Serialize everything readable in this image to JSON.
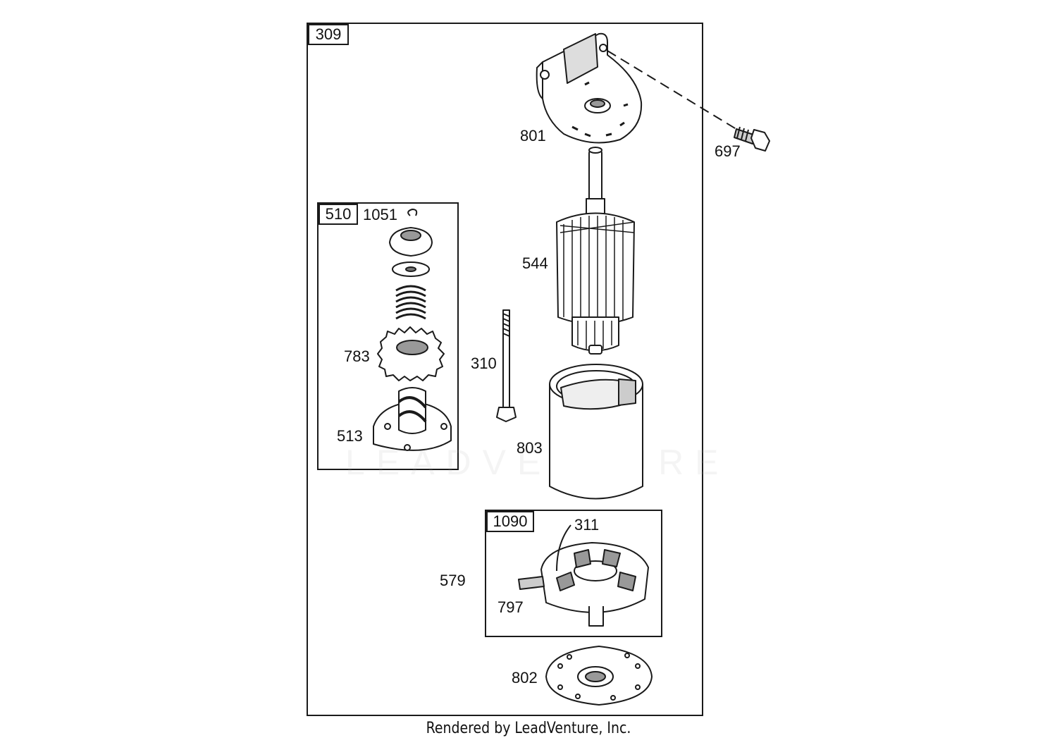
{
  "assembly": {
    "main_ref": "309",
    "sub_refs": {
      "drive_kit": "510",
      "brush_kit": "1090"
    }
  },
  "callouts": {
    "bracket": "801",
    "screw": "697",
    "retainer_clip": "1051",
    "pinion_gear": "783",
    "helix_drive": "513",
    "armature": "544",
    "through_bolt": "310",
    "housing": "803",
    "lead_wire": "311",
    "brush_holder": "579",
    "stud": "797",
    "end_cap": "802"
  },
  "watermark_text": "LEADVENTURE",
  "footer_text": "Rendered by LeadVenture, Inc.",
  "colors": {
    "line": "#1a1a1a",
    "fill": "#ffffff",
    "shade": "#8a8a8a"
  }
}
